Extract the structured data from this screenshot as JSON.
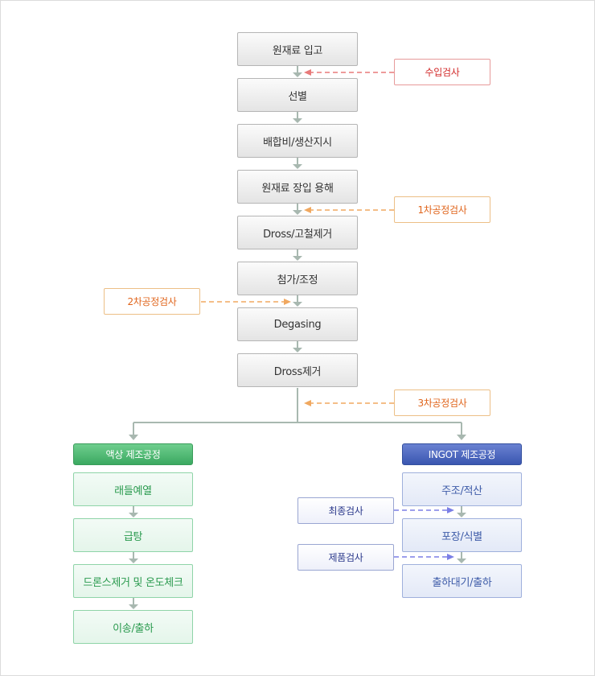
{
  "main_steps": [
    "원재료 입고",
    "선별",
    "배합비/생산지시",
    "원재료 장입 용해",
    "Dross/고철제거",
    "첨가/조정",
    "Degasing",
    "Dross제거"
  ],
  "inspections": {
    "incoming": "수입검사",
    "process1": "1차공정검사",
    "process2": "2차공정검사",
    "process3": "3차공정검사"
  },
  "liquid": {
    "header": "액상 제조공정",
    "steps": [
      "래들예열",
      "급탕",
      "드론스제거 및 온도체크",
      "이송/출하"
    ]
  },
  "ingot": {
    "header": "INGOT 제조공정",
    "steps": [
      "주조/적산",
      "포장/식별",
      "출하대기/출하"
    ],
    "final_inspection": "최종검사",
    "product_inspection": "제품검사"
  },
  "colors": {
    "main_border": "#b5b5b5",
    "connector": "#a8b8b0",
    "red_dash": "#e87a7a",
    "orange_dash": "#f0a860",
    "blue_dash": "#7b7fe6",
    "green_header": "#3ba961",
    "blue_header": "#3a56b0"
  }
}
